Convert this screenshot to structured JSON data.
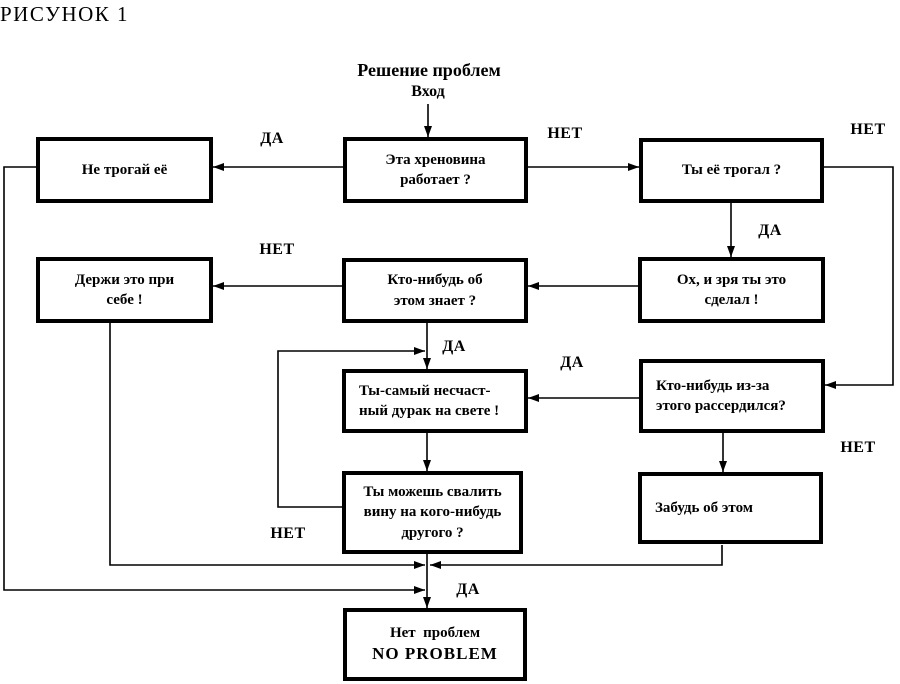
{
  "figure_label": "РИСУНОК 1",
  "header": {
    "title": "Решение проблем",
    "entry_label": "Вход"
  },
  "nodes": {
    "does_it_work": "Эта хреновина\nработает ?",
    "dont_touch": "Не трогай её",
    "did_you_touch": "Ты её трогал ?",
    "keep_to_yourself": "Держи это при\nсебе !",
    "anyone_knows": "Кто-нибудь об\nэтом знает ?",
    "shouldnt_have_done": "Ох, и зря ты это\nсделал !",
    "miserable_fool": "Ты-самый несчаст-\nный дурак на свете !",
    "anyone_angry": "Кто-нибудь из-за\nэтого рассердился?",
    "can_blame_someone": "Ты можешь свалить\nвину на кого-нибудь\nдругого ?",
    "forget_it": "Забудь об этом",
    "no_problem_ru": "Нет  проблем",
    "no_problem_en": "NO PROBLEM"
  },
  "edge_labels": {
    "works_yes": "ДА",
    "works_no": "НЕТ",
    "touched_no": "НЕТ",
    "touched_yes": "ДА",
    "knows_no": "НЕТ",
    "knows_yes": "ДА",
    "angry_yes": "ДА",
    "angry_no": "НЕТ",
    "blame_no": "НЕТ",
    "blame_yes": "ДА"
  },
  "colors": {
    "line": "#000000",
    "background": "#ffffff",
    "text": "#000000"
  }
}
